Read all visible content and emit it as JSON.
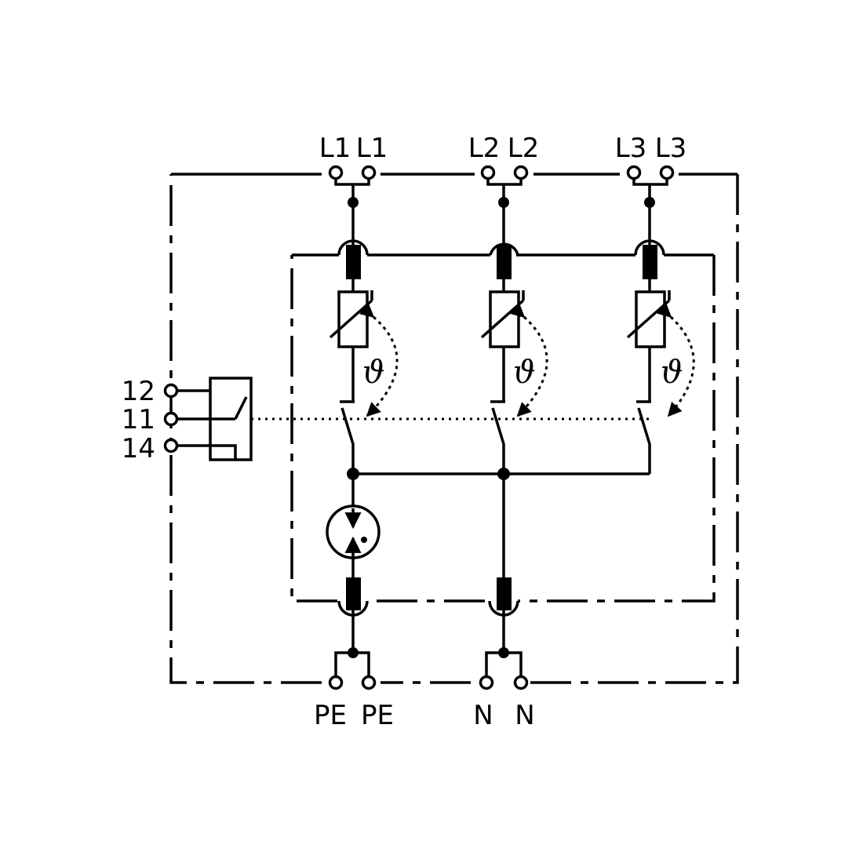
{
  "terminals": {
    "top": [
      "L1",
      "L1",
      "L2",
      "L2",
      "L3",
      "L3"
    ],
    "bottom": [
      "PE",
      "PE",
      "N",
      "N"
    ],
    "contacts": [
      "12",
      "11",
      "14"
    ]
  },
  "thermal_symbol": "ϑ",
  "icons": {
    "fuse": "fuse-icon",
    "varistor": "varistor-icon",
    "gas_discharge_tube": "spark-gap-icon",
    "thermal_disconnector": "thermal-switch-icon",
    "remote_contact": "changeover-contact-icon"
  }
}
